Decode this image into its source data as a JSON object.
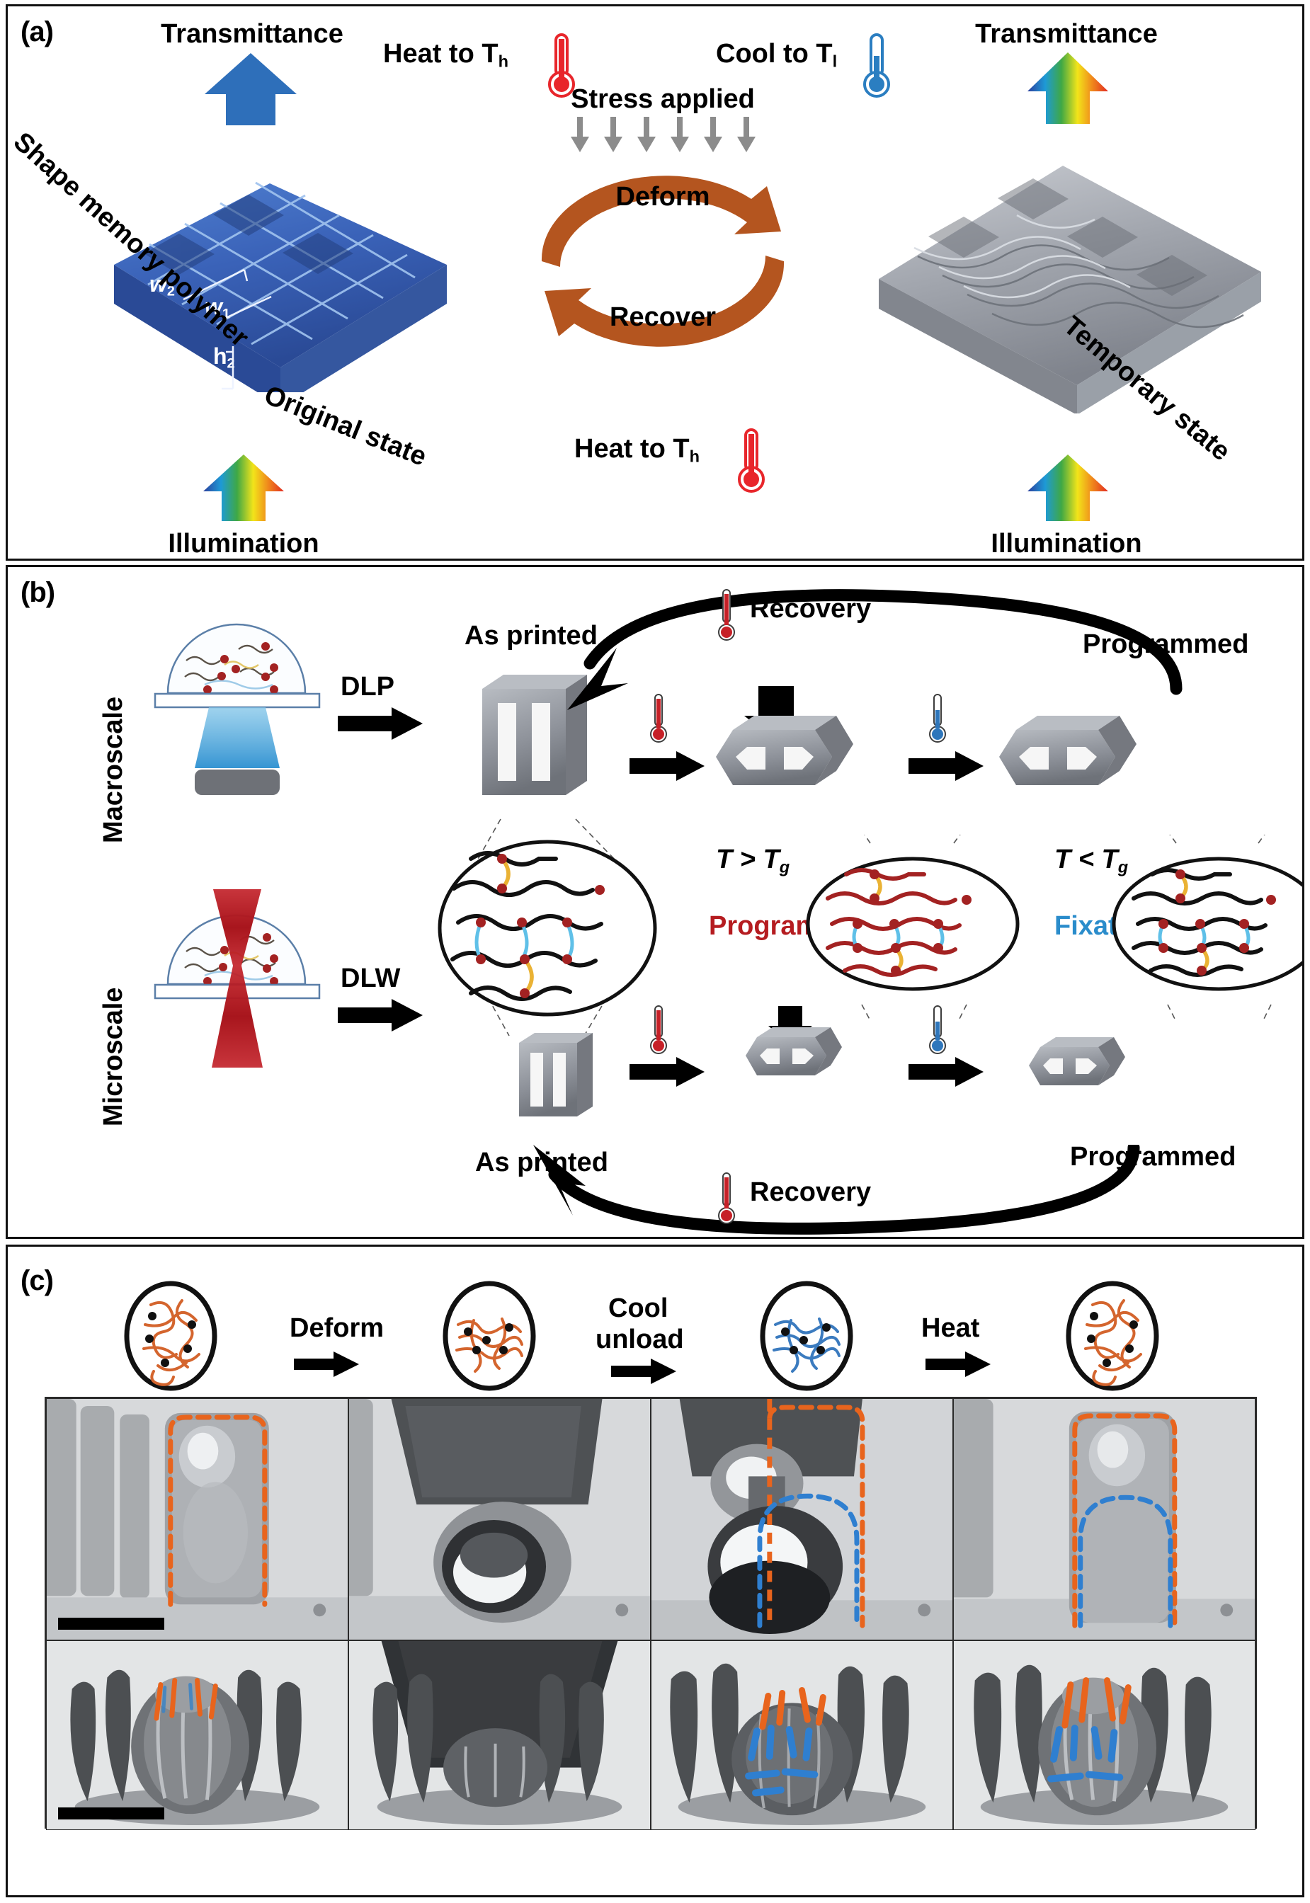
{
  "figure": {
    "panels": [
      "a",
      "b",
      "c"
    ]
  },
  "panel_a": {
    "letter": "(a)",
    "left": {
      "transmittance_label": "Transmittance",
      "illumination_label": "Illumination",
      "material_label": "Shape memory polymer",
      "state_label": "Original state",
      "dim_w2": "w",
      "dim_w2_sub": "2",
      "dim_w1": "w",
      "dim_w1_sub": "1",
      "dim_h2": "h",
      "dim_h2_sub": "2",
      "dim_h1": "h",
      "dim_h1_sub": "1",
      "arrow_color": "#2e6fba"
    },
    "center": {
      "heat_top_label": "Heat to T",
      "heat_top_sub": "h",
      "cool_label": "Cool to T",
      "cool_sub": "l",
      "stress_label": "Stress applied",
      "deform_label": "Deform",
      "recover_label": "Recover",
      "heat_bottom_label": "Heat to T",
      "heat_bottom_sub": "h",
      "cycle_color": "#b4551f",
      "hot_thermo_color": "#e8262b",
      "cold_thermo_color": "#2b7ec1",
      "stress_arrow_count": 6
    },
    "right": {
      "transmittance_label": "Transmittance",
      "illumination_label": "Illumination",
      "state_label": "Temporary state"
    }
  },
  "panel_b": {
    "letter": "(b)",
    "row_labels": [
      "Macroscale",
      "Microscale"
    ],
    "print_methods": [
      "DLP",
      "DLW"
    ],
    "beam_colors": [
      "#3a9fd8",
      "#c21e26"
    ],
    "macro": {
      "as_printed_label": "As printed",
      "programmed_label": "Programmed",
      "recovery_label": "Recovery"
    },
    "micro": {
      "as_printed_label": "As printed",
      "programmed_label": "Programmed",
      "recovery_label": "Recovery"
    },
    "mechanism": {
      "t_above_label": "T > T",
      "t_above_sub": "g",
      "programming_label": "Programming",
      "programming_color": "#b51c20",
      "t_below_label": "T < T",
      "t_below_sub": "g",
      "fixation_label": "Fixation",
      "fixation_color": "#2a8ccb"
    }
  },
  "panel_c": {
    "letter": "(c)",
    "steps": [
      "Deform",
      "Cool\nunload",
      "Heat"
    ],
    "step_1": "Deform",
    "step_2_line1": "Cool",
    "step_2_line2": "unload",
    "step_3": "Heat",
    "chain_colors": [
      "#d4652e",
      "#d4652e",
      "#3b7bbf",
      "#d4652e"
    ],
    "outline_colors": {
      "original": "#e8641d",
      "temporary": "#2f7fd0"
    },
    "row_count": 2,
    "column_count": 4
  }
}
